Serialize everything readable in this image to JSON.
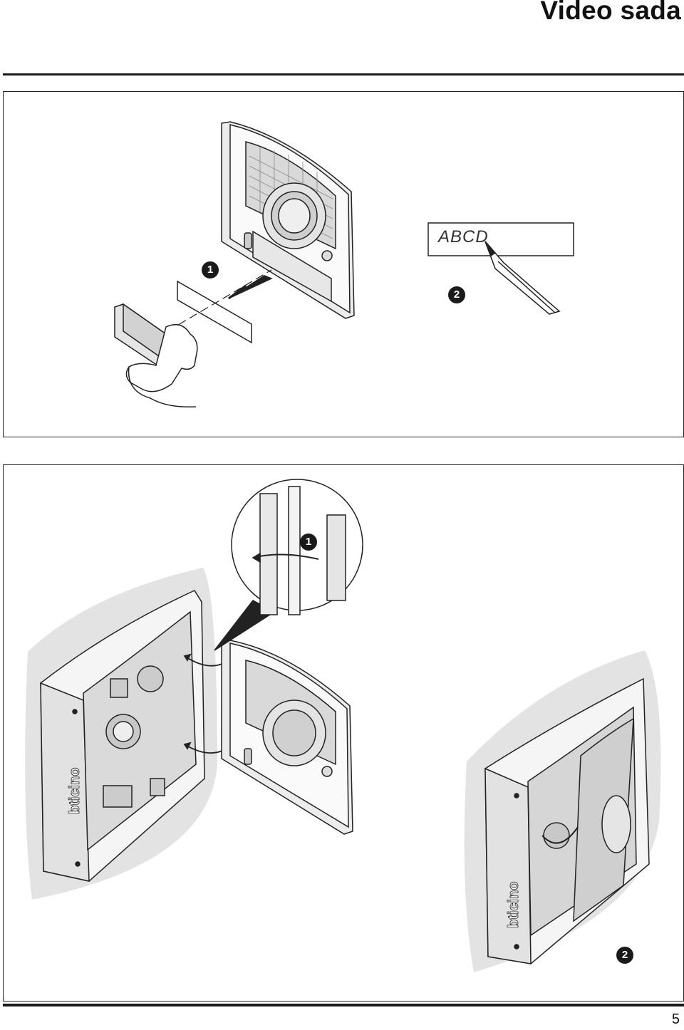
{
  "header": {
    "title": "Video sada"
  },
  "figure_1": {
    "step_1": "1",
    "step_2": "2",
    "label_text": "ABCD"
  },
  "figure_2": {
    "step_1": "1",
    "step_2": "2",
    "brand": "bticino"
  },
  "footer": {
    "page_number": "5"
  }
}
